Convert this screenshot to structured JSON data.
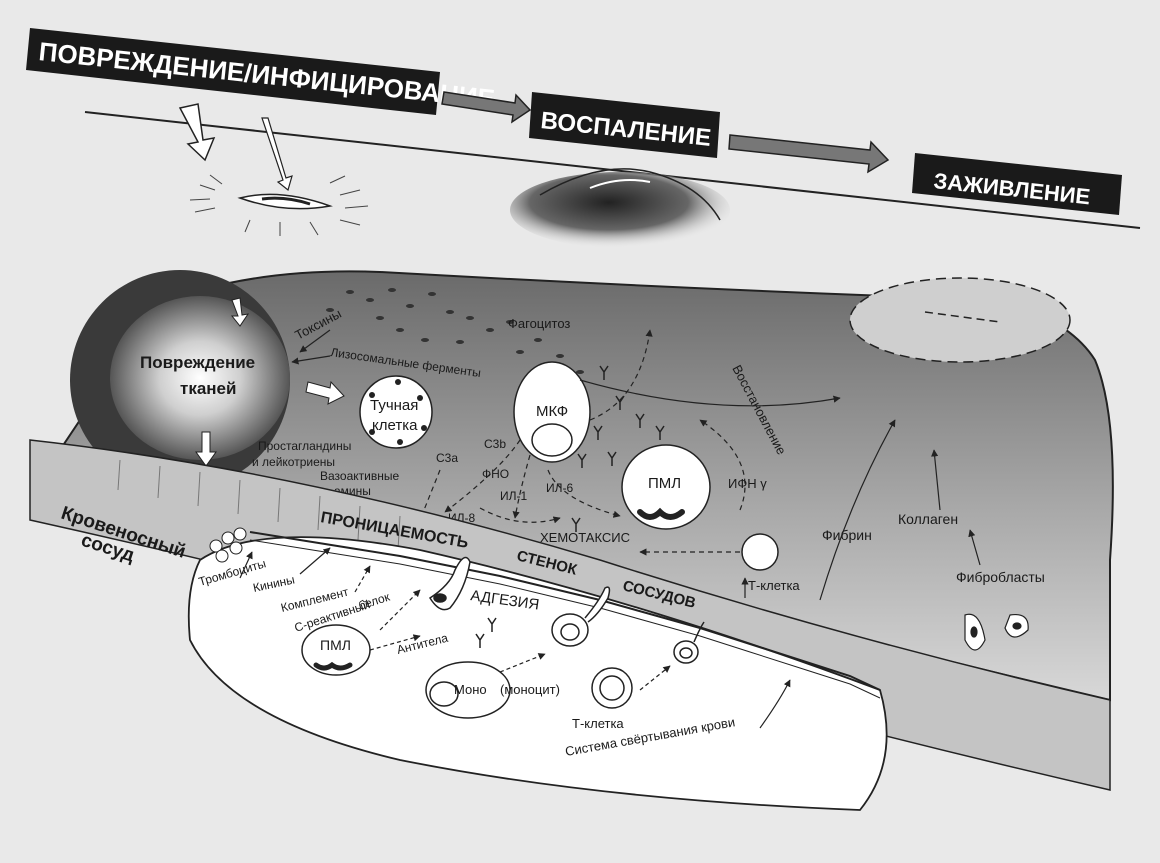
{
  "stages": {
    "injury": "ПОВРЕЖДЕНИЕ/ИНФИЦИРОВАНИЕ",
    "inflammation": "ВОСПАЛЕНИЕ",
    "healing": "ЗАЖИВЛЕНИЕ"
  },
  "tissue": {
    "damage_line1": "Повреждение",
    "damage_line2": "тканей",
    "toxins": "Токсины",
    "phagocytosis": "Фагоцитоз",
    "lysosomal": "Лизосомальные ферменты",
    "mast_line1": "Тучная",
    "mast_line2": "клетка",
    "prost_line1": "Простагландины",
    "prost_line2": "и лейкотриены",
    "vasoactive_line1": "Вазоактивные",
    "vasoactive_line2": "амины",
    "mkf": "МКФ",
    "c3b": "C3b",
    "c3a": "C3a",
    "tnf": "ФНО",
    "il1": "ИЛ-1",
    "il6": "ИЛ-6",
    "il8": "ИЛ-8",
    "pml_tissue": "ПМЛ",
    "ifn": "ИФН γ",
    "restoration": "Восстановление",
    "chemotaxis": "ХЕМОТАКСИС",
    "t_cell_tissue": "Т-клетка",
    "fibrin": "Фибрин",
    "collagen": "Коллаген",
    "fibroblasts": "Фибробласты"
  },
  "vessel": {
    "label_line1": "Кровеносный",
    "label_line2": "сосуд",
    "permeability": "ПРОНИЦАЕМОСТЬ",
    "walls": "СТЕНОК",
    "vessels": "СОСУДОВ",
    "adhesion": "АДГЕЗИЯ",
    "platelets": "Тромбоциты",
    "kinins": "Кинины",
    "complement": "Комплемент",
    "crp_line1": "С-реактивный",
    "crp_line2": "белок",
    "pml_blood": "ПМЛ",
    "antibodies": "Антитела",
    "mono": "Моно",
    "monocyte": "(моноцит)",
    "t_cell_blood": "Т-клетка",
    "coag": "Система свёртывания крови"
  }
}
